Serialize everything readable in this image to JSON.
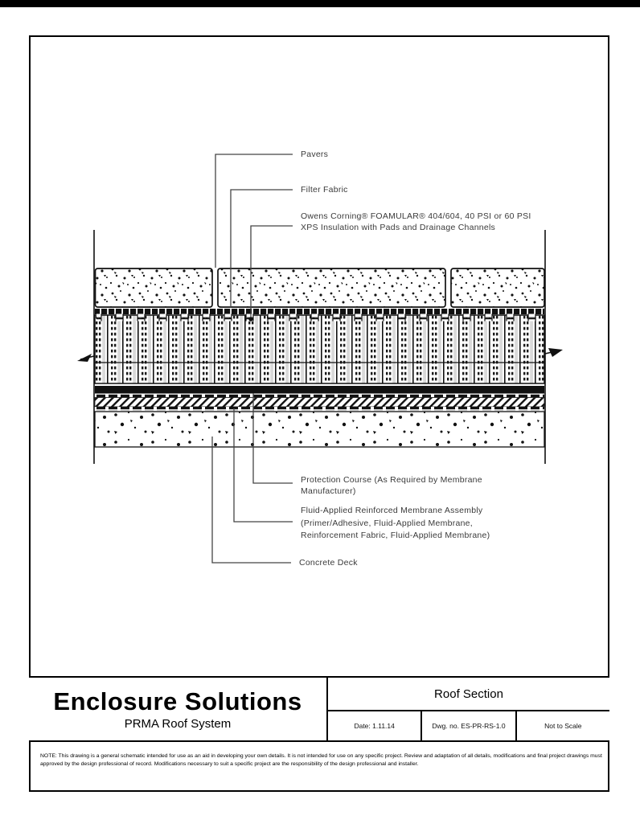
{
  "page": {
    "top_bar_color": "#000000",
    "paper_color": "#ffffff",
    "line_color": "#111111",
    "label_color": "#3a3a3a"
  },
  "title_block": {
    "company": "Enclosure Solutions",
    "system": "PRMA Roof System",
    "drawing_title": "Roof Section",
    "date": "Date: 1.11.14",
    "dwg_no": "Dwg. no.  ES-PR-RS-1.0",
    "scale": "Not to Scale"
  },
  "note": {
    "line1": "NOTE: This drawing is a general schematic intended for use as an aid in developing your own details. It is not intended for use on any specific project. Review and adaptation of all details, modifications and final project drawings must be reviewed and",
    "line2": "approved by the design professional of record. Modifications necessary to suit a specific project are the responsibility of the design professional and installer."
  },
  "labels": {
    "pavers": "Pavers",
    "filter_fabric": "Filter Fabric",
    "xps_1": "Owens Corning® FOAMULAR® 404/604, 40 PSI or 60 PSI",
    "xps_2": "XPS Insulation with Pads and Drainage Channels",
    "protection_1": "Protection Course (As Required by Membrane",
    "protection_2": "Manufacturer)",
    "membrane_1": "Fluid-Applied Reinforced Membrane Assembly",
    "membrane_2": "(Primer/Adhesive, Fluid-Applied Membrane,",
    "membrane_3": "Reinforcement Fabric, Fluid-Applied Membrane)",
    "deck": "Concrete Deck"
  },
  "section_layers": [
    "Pavers",
    "Filter Fabric",
    "XPS Insulation with Pads and Drainage Channels",
    "Protection Course",
    "Fluid-Applied Reinforced Membrane Assembly",
    "Concrete Deck"
  ]
}
